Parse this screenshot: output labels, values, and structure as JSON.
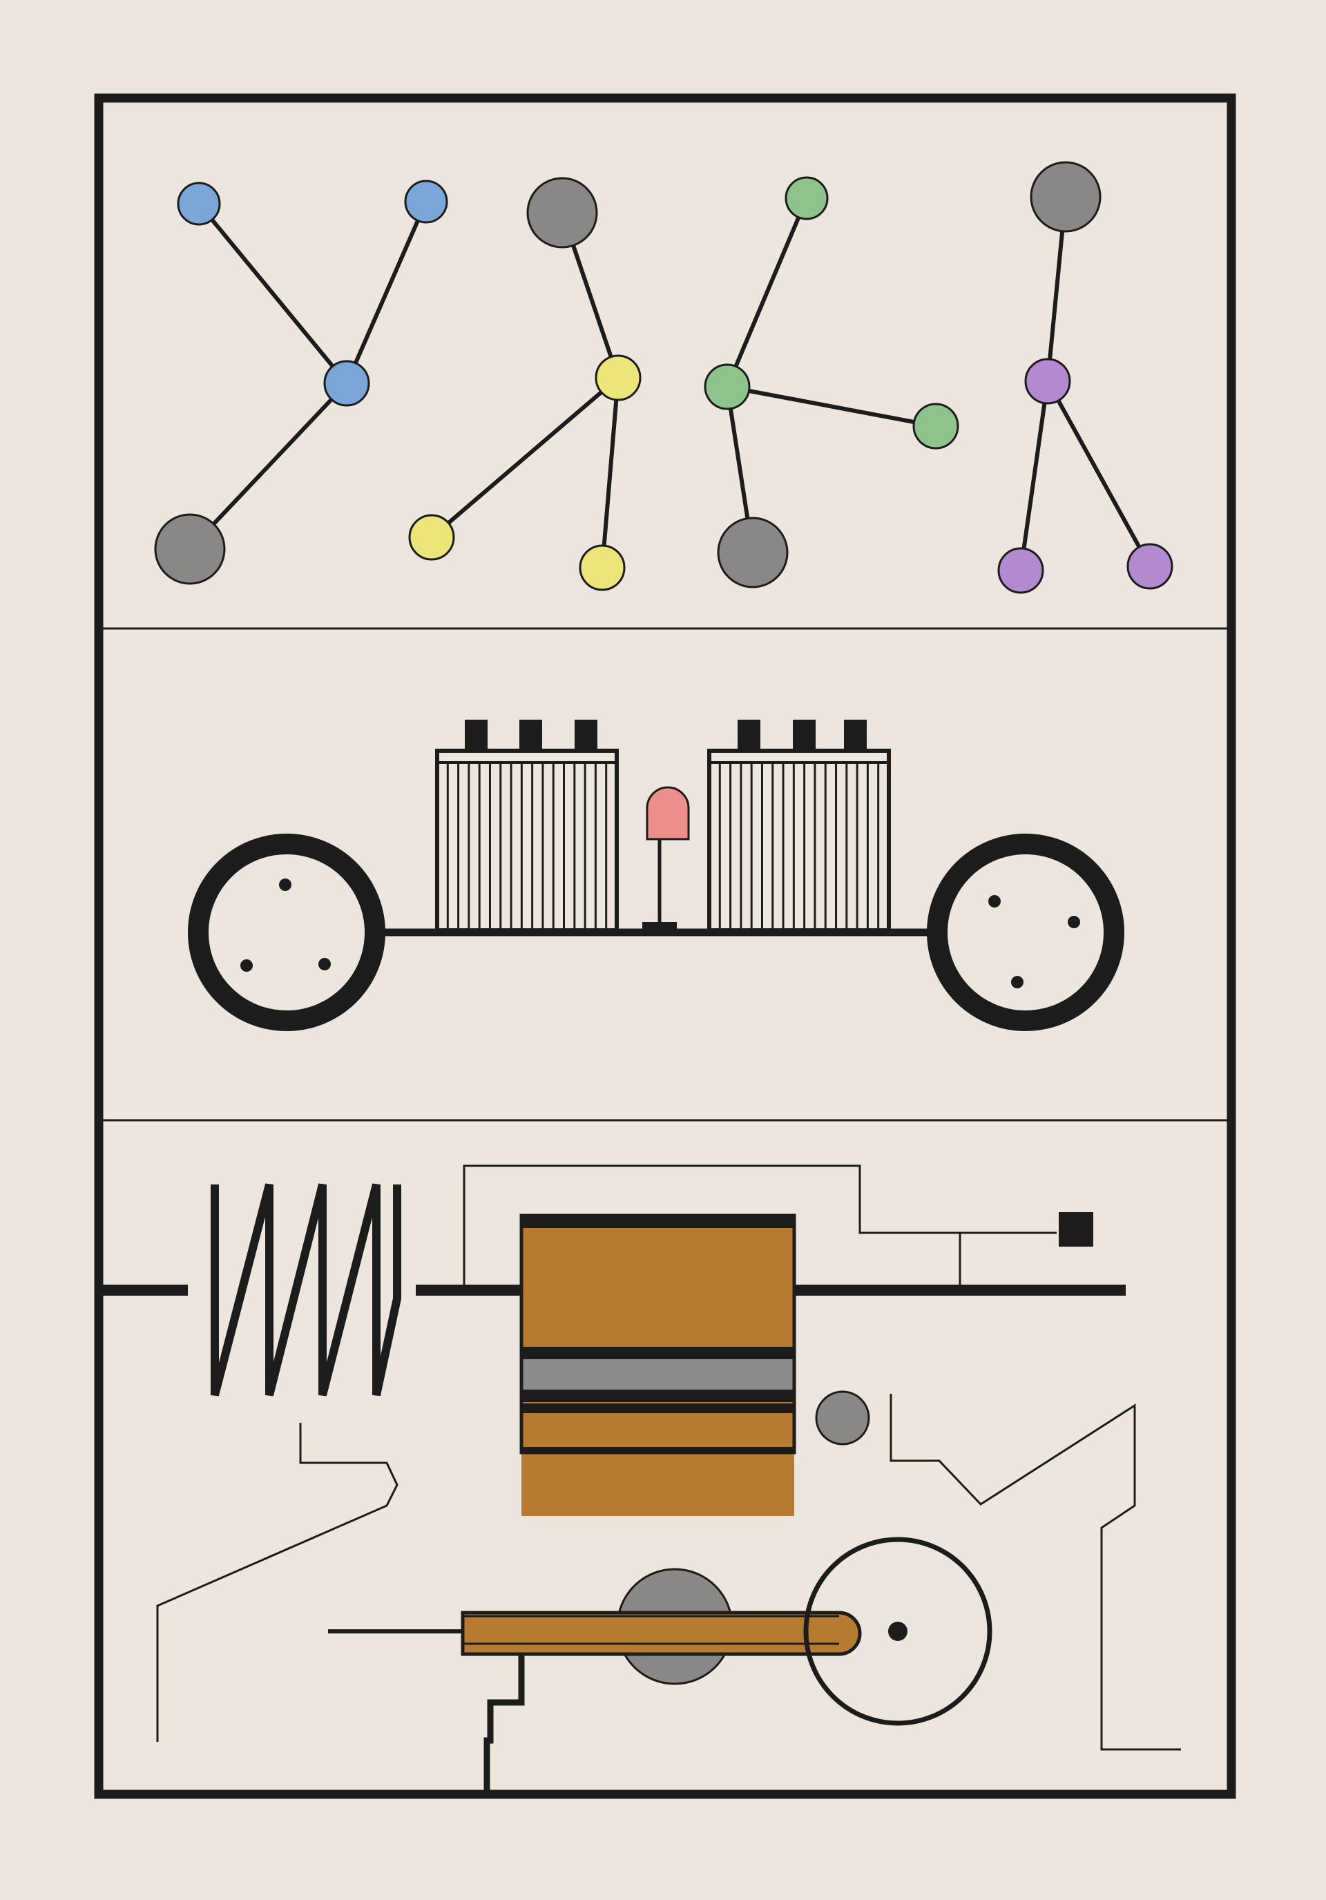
{
  "palette": {
    "paper": "#ece6df",
    "ink": "#1c1c1c",
    "blue": "#7aa7d8",
    "gray": "#8a8886",
    "yellow": "#ece57a",
    "green": "#8ec48b",
    "purple": "#b28ad0",
    "red": "#ec8f8d",
    "ochre": "#b67a30",
    "steel": "#8d8b8b"
  },
  "panels": [
    {
      "name": "molecules",
      "description_icon": "molecule-graph-icon",
      "node_groups": [
        "blue",
        "yellow",
        "green",
        "purple"
      ]
    },
    {
      "name": "vehicle",
      "description_icon": "wheels-and-batteries-icon"
    },
    {
      "name": "machine",
      "description_icon": "spring-and-gear-mechanism-icon"
    }
  ]
}
